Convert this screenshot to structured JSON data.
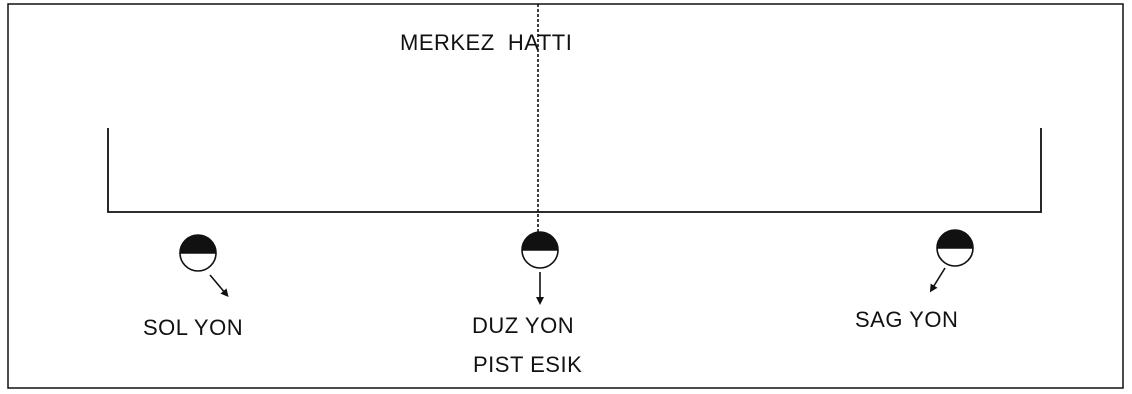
{
  "labels": {
    "center_line": "MERKEZ  HATTI",
    "left": "SOL YON",
    "straight": "DUZ YON",
    "threshold": "PIST ESIK",
    "right": "SAG YON"
  },
  "colors": {
    "line": "#111111",
    "indicator_fill": "#111111",
    "background": "#ffffff"
  },
  "indicators": [
    {
      "name": "left-indicator",
      "direction": "down-right",
      "icon": "half-filled-circle"
    },
    {
      "name": "center-indicator",
      "direction": "down",
      "icon": "half-filled-circle"
    },
    {
      "name": "right-indicator",
      "direction": "down-left",
      "icon": "half-filled-circle"
    }
  ]
}
